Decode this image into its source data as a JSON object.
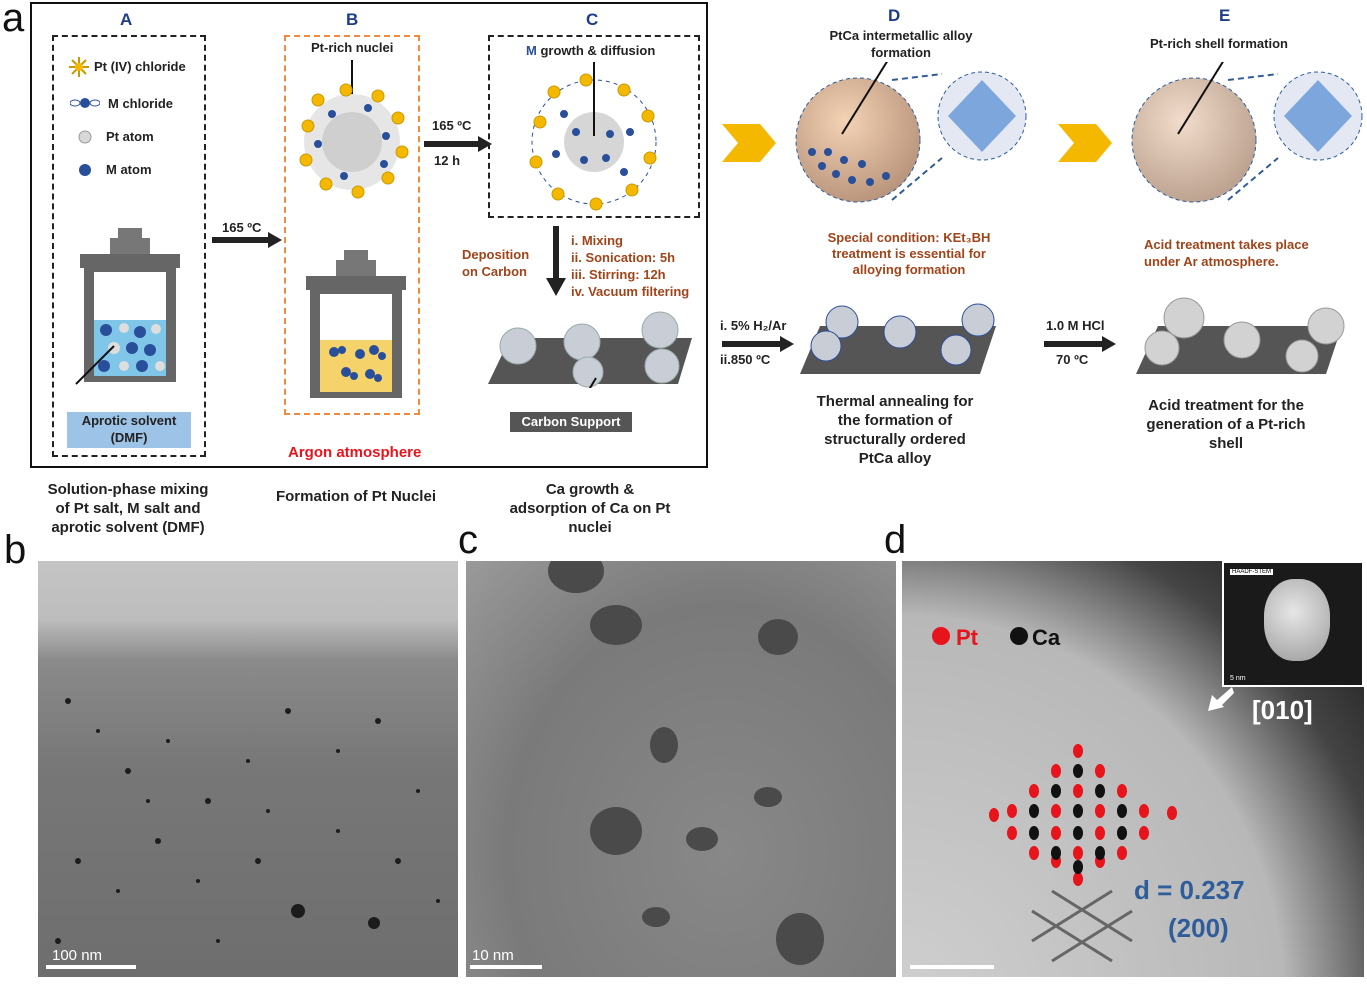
{
  "panel_labels": {
    "a": "a",
    "b": "b",
    "c": "c",
    "d": "d"
  },
  "steps": {
    "A": {
      "letter": "A"
    },
    "B": {
      "letter": "B",
      "title": "Pt-rich nuclei"
    },
    "C": {
      "letter": "C",
      "title_prefix": "M",
      "title_rest": " growth & diffusion"
    },
    "D": {
      "letter": "D",
      "title_line1": "PtCa intermetallic alloy",
      "title_line2": "formation"
    },
    "E": {
      "letter": "E",
      "title": "Pt-rich shell formation"
    }
  },
  "legend": {
    "pt_chloride": "Pt (IV) chloride",
    "m_chloride": "M chloride",
    "pt_atom": "Pt atom",
    "m_atom": "M atom"
  },
  "solvent_label_line1": "Aprotic solvent",
  "solvent_label_line2": "(DMF)",
  "arrow1_label": "165 ºC",
  "arrow2_label_line1": "165 ºC",
  "arrow2_label_line2": "12 h",
  "deposition_label_line1": "Deposition",
  "deposition_label_line2": "on Carbon",
  "deposition_steps": [
    "i.    Mixing",
    "ii.   Sonication: 5h",
    "iii.  Stirring: 12h",
    "iv.  Vacuum filtering"
  ],
  "carbon_support": "Carbon Support",
  "argon_atmosphere": "Argon atmosphere",
  "annealing_arrow_line1": "i. 5% H₂/Ar",
  "annealing_arrow_line2": "ii.850 ºC",
  "acid_arrow_line1": "1.0 M HCl",
  "acid_arrow_line2": "70 ºC",
  "special_condition": [
    "Special condition: KEt₃BH",
    "treatment is essential for",
    "alloying formation"
  ],
  "acid_note": [
    "Acid treatment takes place",
    "under Ar atmosphere."
  ],
  "thermal_caption": [
    "Thermal annealing for",
    "the formation of",
    "structurally ordered",
    "PtCa alloy"
  ],
  "acid_caption": [
    "Acid treatment for the",
    "generation of a Pt-rich",
    "shell"
  ],
  "captions": {
    "A": [
      "Solution-phase mixing",
      "of Pt salt, M salt and",
      "aprotic solvent  (DMF)"
    ],
    "B": [
      "Formation of Pt Nuclei"
    ],
    "C": [
      "Ca growth &",
      "adsorption of Ca on Pt",
      "nuclei"
    ]
  },
  "micrographs": {
    "b": {
      "scale": "100 nm"
    },
    "c": {
      "scale": "10 nm"
    },
    "d": {
      "legend_pt": "Pt",
      "legend_ca": "Ca",
      "zone": "[010]",
      "d_spacing": "d = 0.237",
      "plane": "(200)",
      "inset_label": "HAADF-STEM",
      "inset_scale": "5 nm"
    }
  },
  "colors": {
    "pt": "#e8141c",
    "ca": "#111111",
    "m_blue": "#2a4f9a",
    "brown": "#a0441a",
    "orange": "#f08a3c",
    "gold": "#f5b800",
    "zone_blue": "#2f5d9a"
  }
}
